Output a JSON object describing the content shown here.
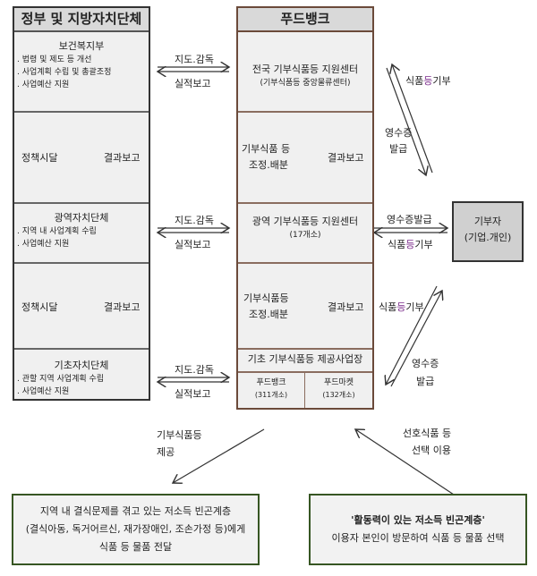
{
  "gov": {
    "title": "정부 및 지방자치단체",
    "ministry": {
      "name": "보건복지부",
      "items": [
        ". 법령 및 제도 등 개선",
        ". 사업계획 수립 및 총괄조정",
        ". 사업예산 지원"
      ]
    },
    "flow": {
      "down": "정책시달",
      "up": "결과보고"
    },
    "regional": {
      "name": "광역자치단체",
      "items": [
        ". 지역 내 사업계획 수립",
        ". 사업예산 지원"
      ]
    },
    "basic": {
      "name": "기초자치단체",
      "items": [
        ". 관할 지역 사업계획 수립",
        ". 사업예산 지원"
      ]
    }
  },
  "links": {
    "top": "지도.감독",
    "bottom": "실적보고"
  },
  "foodbank": {
    "title": "푸드뱅크",
    "national": {
      "name": "전국 기부식품등 지원센터",
      "sub": "(기부식품등 중앙물류센터)"
    },
    "flow1": {
      "down1": "기부식품 등",
      "down2": "조정.배분",
      "up": "결과보고"
    },
    "regional": {
      "name": "광역 기부식품등 지원센터",
      "sub": "(17개소)"
    },
    "flow2": {
      "down1": "기부식품등",
      "down2": "조정.배분",
      "up": "결과보고"
    },
    "basic": {
      "name": "기초 기부식품등 제공사업장",
      "bank": {
        "name": "푸드뱅크",
        "count": "(311개소)"
      },
      "market": {
        "name": "푸드마켓",
        "count": "(132개소)"
      }
    }
  },
  "donor": {
    "name": "기부자",
    "sub": "(기업.개인)",
    "top": {
      "donate_a": "식품",
      "donate_b": "등",
      "donate_c": "기부",
      "receipt1": "영수증",
      "receipt2": "발급"
    },
    "mid": {
      "receipt": "영수증발급",
      "donate_a": "식품",
      "donate_b": "등",
      "donate_c": "기부"
    },
    "bot": {
      "donate_a": "식품",
      "donate_b": "등",
      "donate_c": "기부",
      "receipt1": "영수증",
      "receipt2": "발급"
    }
  },
  "bottom": {
    "provide1": "기부식품등",
    "provide2": "제공",
    "choose1": "선호식품 등",
    "choose2": "선택 이용",
    "left": {
      "line1": "지역 내 결식문제를 겪고 있는 저소득 빈곤계층",
      "line2": "(결식아동, 독거어르신, 재가장애인, 조손가정 등)에게",
      "line3": "식품 등 물품 전달"
    },
    "right": {
      "line1": "'활동력이 있는 저소득 빈곤계층'",
      "line2": "이용자 본인이 방문하여 식품 등 물품 선택"
    }
  }
}
